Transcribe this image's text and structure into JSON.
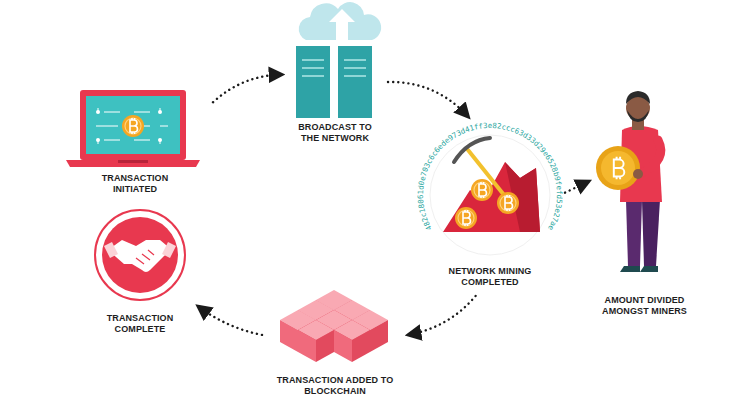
{
  "diagram": {
    "nodes": [
      {
        "text": [
          "TRANSACTION INITIATED"
        ]
      },
      {
        "text": [
          "BROADCAST TO THE NETWORK"
        ]
      },
      {
        "text": [
          "NETWORK MINING COMPLETED"
        ]
      },
      {
        "text": [
          "AMOUNT DIVIDED AMONGST MINERS"
        ]
      },
      {
        "text": [
          "TRANSACTION ADDED TO BLOCKCHAIN"
        ]
      },
      {
        "text": [
          "TRANSACTION COMPLETE"
        ]
      }
    ],
    "edges": [
      {
        "from": 0,
        "to": 1,
        "arrow": "to"
      },
      {
        "from": 1,
        "to": 2,
        "arrow": "to"
      },
      {
        "from": 2,
        "to": 3,
        "arrow": "to"
      },
      {
        "from": 2,
        "to": 4,
        "arrow": "to"
      },
      {
        "from": 4,
        "to": 5,
        "arrow": "to"
      }
    ],
    "labels": [
      "482c18061d0e703c6c6ede973d41ff3e82ccc63d33d29e6528b9fefd53e27ae"
    ]
  }
}
